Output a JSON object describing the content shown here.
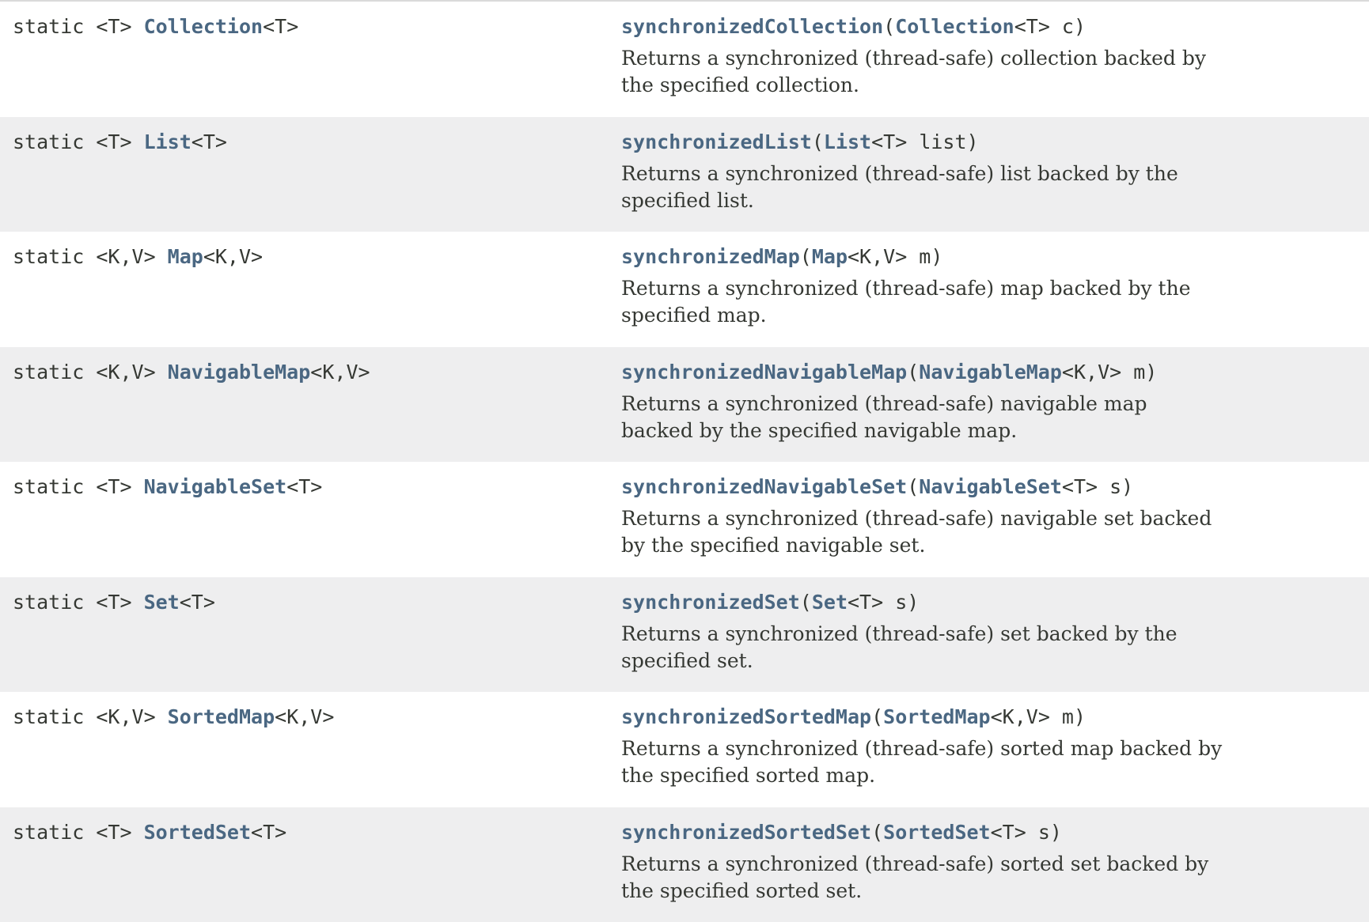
{
  "colors": {
    "link_blue": "#4a6782",
    "code_text": "#353833",
    "row_white": "#ffffff",
    "row_gray": "#eeeeef"
  },
  "table": {
    "rows": [
      {
        "modifier": "static <T> ",
        "return_type_link": "Collection",
        "return_type_suffix": "<T>",
        "method_link": "synchronizedCollection",
        "sig_open": "(",
        "param_type_link": "Collection",
        "sig_rest": "<T> c)",
        "description": "Returns a synchronized (thread-safe) collection backed by\nthe specified collection."
      },
      {
        "modifier": "static <T> ",
        "return_type_link": "List",
        "return_type_suffix": "<T>",
        "method_link": "synchronizedList",
        "sig_open": "(",
        "param_type_link": "List",
        "sig_rest": "<T> list)",
        "description": "Returns a synchronized (thread-safe) list backed by the\nspecified list."
      },
      {
        "modifier": "static <K,V> ",
        "return_type_link": "Map",
        "return_type_suffix": "<K,V>",
        "method_link": "synchronizedMap",
        "sig_open": "(",
        "param_type_link": "Map",
        "sig_rest": "<K,V> m)",
        "description": "Returns a synchronized (thread-safe) map backed by the\nspecified map."
      },
      {
        "modifier": "static <K,V> ",
        "return_type_link": "NavigableMap",
        "return_type_suffix": "<K,V>",
        "method_link": "synchronizedNavigableMap",
        "sig_open": "(",
        "param_type_link": "NavigableMap",
        "sig_rest": "<K,V> m)",
        "description": "Returns a synchronized (thread-safe) navigable map\nbacked by the specified navigable map."
      },
      {
        "modifier": "static <T> ",
        "return_type_link": "NavigableSet",
        "return_type_suffix": "<T>",
        "method_link": "synchronizedNavigableSet",
        "sig_open": "(",
        "param_type_link": "NavigableSet",
        "sig_rest": "<T> s)",
        "description": "Returns a synchronized (thread-safe) navigable set backed\nby the specified navigable set."
      },
      {
        "modifier": "static <T> ",
        "return_type_link": "Set",
        "return_type_suffix": "<T>",
        "method_link": "synchronizedSet",
        "sig_open": "(",
        "param_type_link": "Set",
        "sig_rest": "<T> s)",
        "description": "Returns a synchronized (thread-safe) set backed by the\nspecified set."
      },
      {
        "modifier": "static <K,V> ",
        "return_type_link": "SortedMap",
        "return_type_suffix": "<K,V>",
        "method_link": "synchronizedSortedMap",
        "sig_open": "(",
        "param_type_link": "SortedMap",
        "sig_rest": "<K,V> m)",
        "description": "Returns a synchronized (thread-safe) sorted map backed by\nthe specified sorted map."
      },
      {
        "modifier": "static <T> ",
        "return_type_link": "SortedSet",
        "return_type_suffix": "<T>",
        "method_link": "synchronizedSortedSet",
        "sig_open": "(",
        "param_type_link": "SortedSet",
        "sig_rest": "<T> s)",
        "description": "Returns a synchronized (thread-safe) sorted set backed by\nthe specified sorted set."
      }
    ]
  }
}
